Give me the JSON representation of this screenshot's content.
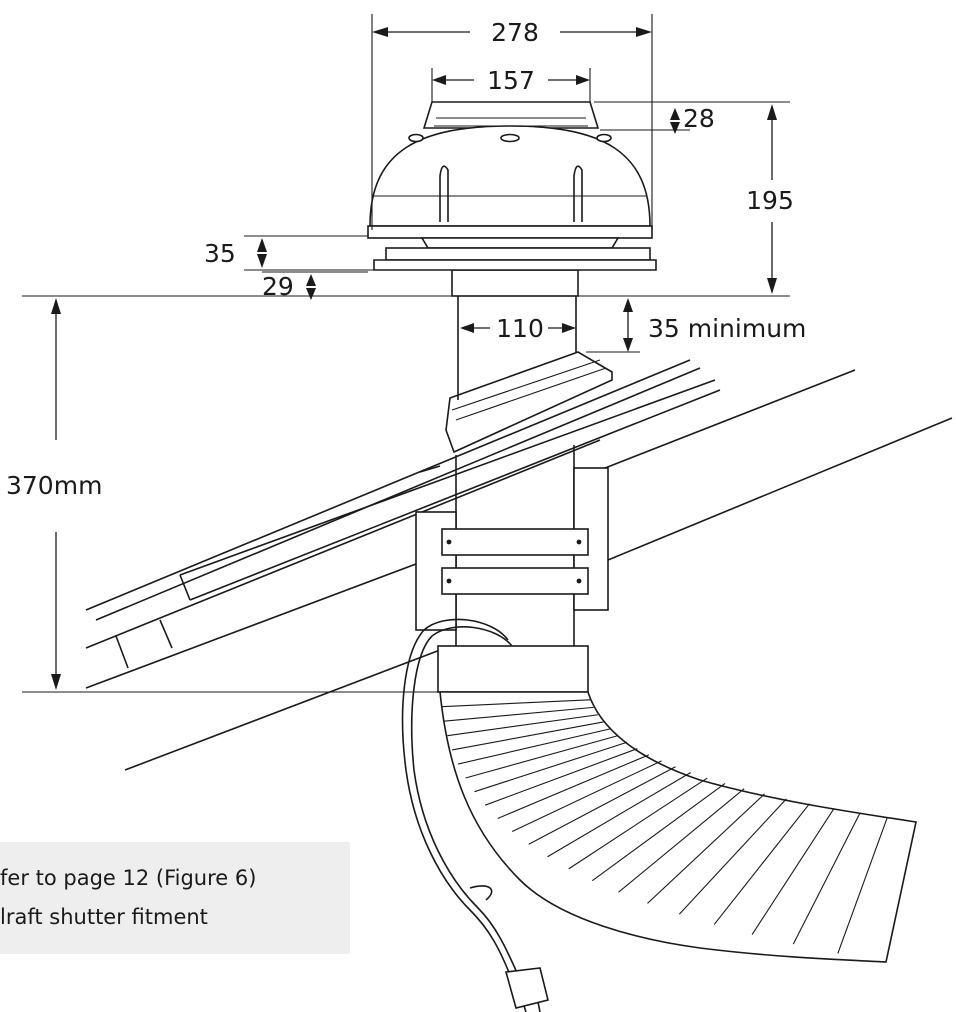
{
  "dimensions": {
    "overall_width": "278",
    "top_width": "157",
    "top_height": "28",
    "total_height": "195",
    "flange_gap": "35",
    "base_gap": "29",
    "duct_diameter": "110",
    "clearance": "35 minimum",
    "height_below": "370mm"
  },
  "note": {
    "line1": "fer to page 12 (Figure 6)",
    "line2": "lraft shutter fitment"
  }
}
